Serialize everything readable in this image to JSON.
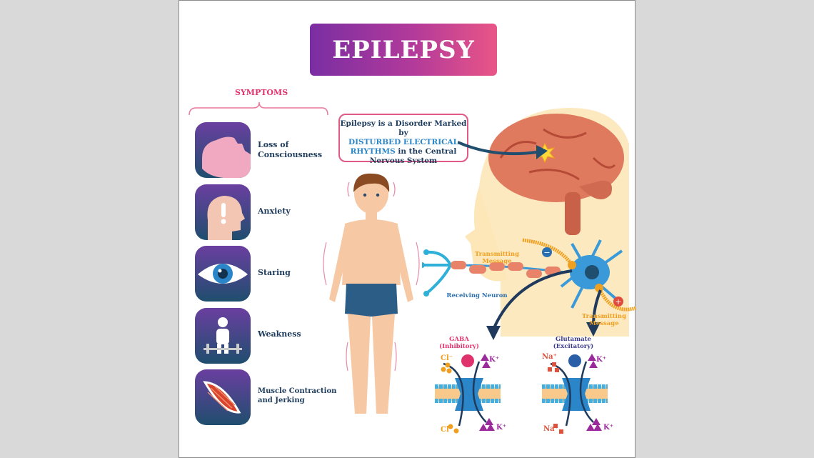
{
  "title": "EPILEPSY",
  "symptoms": {
    "heading": "SYMPTOMS",
    "items": [
      {
        "label": "Loss of Consciousness",
        "icon": "head-silhouette-icon"
      },
      {
        "label": "Anxiety",
        "icon": "head-exclamation-icon"
      },
      {
        "label": "Staring",
        "icon": "eye-icon"
      },
      {
        "label": "Weakness",
        "icon": "person-barbell-icon"
      },
      {
        "label": "Muscle Contraction and Jerking",
        "icon": "muscle-icon"
      }
    ]
  },
  "info_box": {
    "pre": "Epilepsy is a Disorder Marked by",
    "highlight": "DISTURBED ELECTRICAL RHYTHMS",
    "post": "in the Central Nervous System"
  },
  "neuron": {
    "transmitting_top": "Transmitting Message",
    "transmitting_bottom": "Transmitting Message",
    "receiving": "Receiving Neuron",
    "minus": "−",
    "plus": "+"
  },
  "channels": [
    {
      "title": "GABA",
      "subtitle": "(Inhibitory)",
      "ion_in": "Cl⁻",
      "ion_out": "Cl⁻",
      "k_top": "K⁺",
      "k_bottom": "K⁺",
      "color": "#e0336e"
    },
    {
      "title": "Glutamate",
      "subtitle": "(Excitatory)",
      "ion_in": "Na⁺",
      "ion_out": "Na⁺",
      "k_top": "K⁺",
      "k_bottom": "K⁺",
      "color": "#3a3a8c"
    }
  ],
  "colors": {
    "banner_start": "#7a2ea3",
    "banner_end": "#e95587",
    "accent": "#e0336e",
    "text": "#1d3b5c",
    "neuron": "#3a9ad9",
    "brain": "#e07a5f"
  }
}
